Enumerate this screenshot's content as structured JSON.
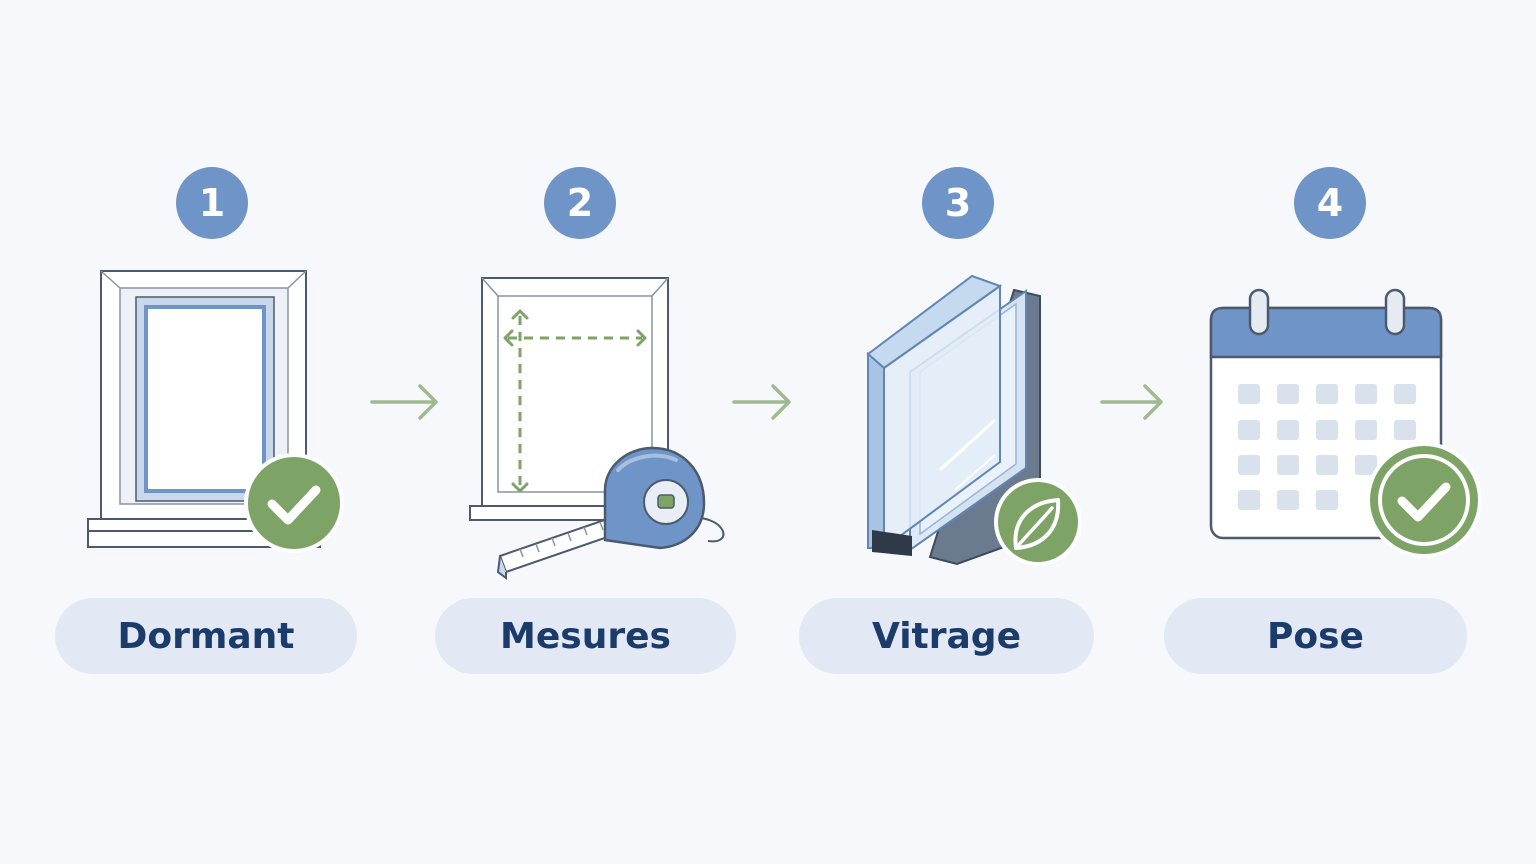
{
  "colors": {
    "background": "#f7f8fb",
    "step_circle": "#6f94c7",
    "label_pill": "#e2e9f4",
    "label_text": "#1b3b6a",
    "accent_green": "#7ea366",
    "outline": "#4b5a6e",
    "blue_frame": "#6f94c7"
  },
  "steps": [
    {
      "number": "1",
      "label": "Dormant",
      "icon": "window-frame-icon",
      "badge": "check-icon"
    },
    {
      "number": "2",
      "label": "Mesures",
      "icon": "tape-measure-icon",
      "badge": ""
    },
    {
      "number": "3",
      "label": "Vitrage",
      "icon": "double-glazing-icon",
      "badge": "leaf-icon"
    },
    {
      "number": "4",
      "label": "Pose",
      "icon": "calendar-icon",
      "badge": "check-icon"
    }
  ]
}
